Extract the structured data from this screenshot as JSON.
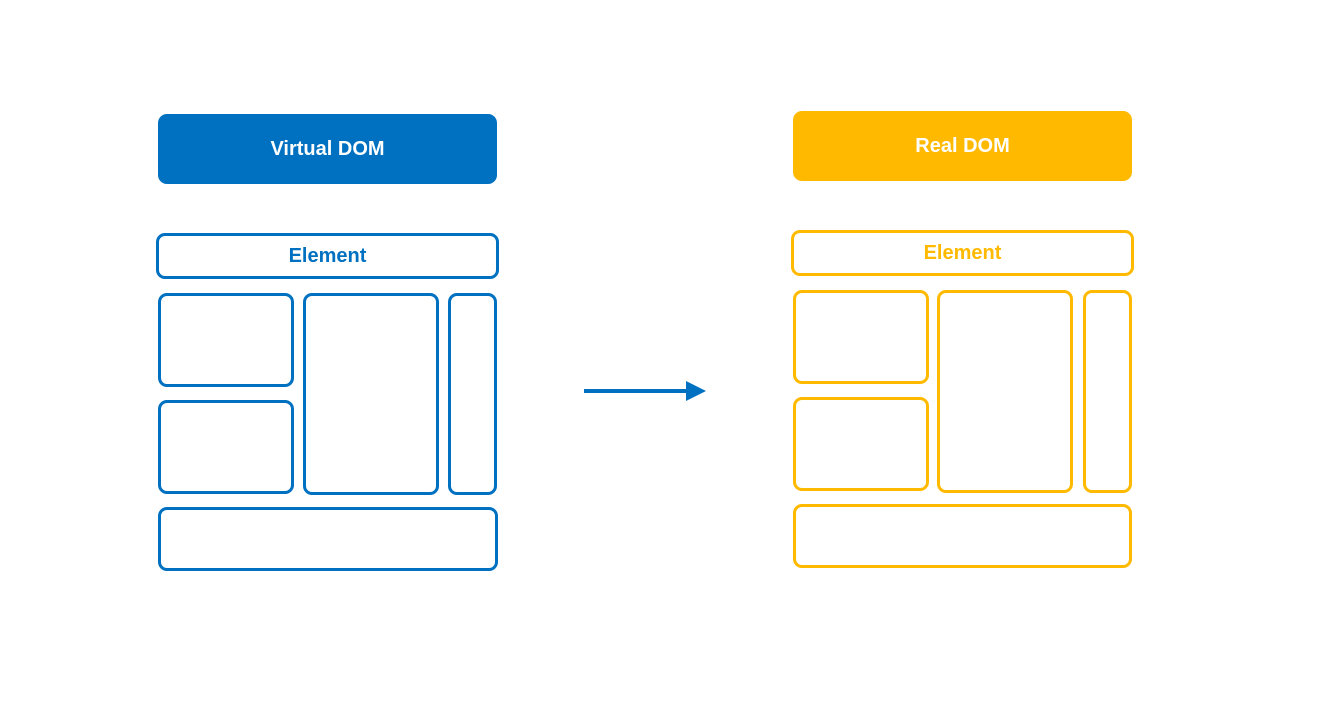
{
  "colors": {
    "virtual_dom": "#0070C0",
    "real_dom": "#FFBA00",
    "arrow": "#0070C0",
    "background": "#FFFFFF"
  },
  "virtual_dom": {
    "title": "Virtual DOM",
    "element_label": "Element"
  },
  "real_dom": {
    "title": "Real DOM",
    "element_label": "Element"
  },
  "arrow": {
    "direction": "right",
    "meaning": ""
  }
}
